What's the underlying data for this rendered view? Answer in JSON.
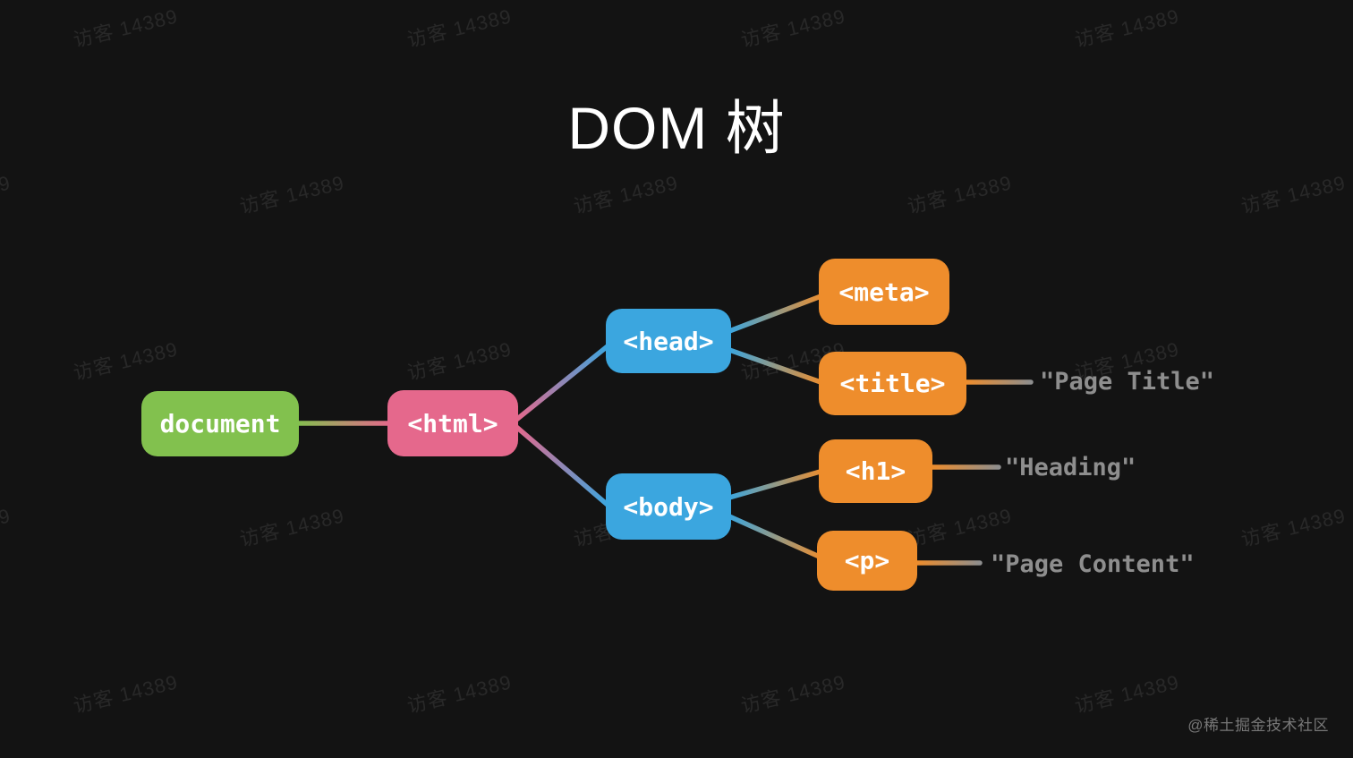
{
  "title": "DOM 树",
  "nodes": [
    {
      "id": "document",
      "label": "document",
      "color": "#82C14E"
    },
    {
      "id": "html",
      "label": "<html>",
      "color": "#E5688C"
    },
    {
      "id": "head",
      "label": "<head>",
      "color": "#3BA6DF"
    },
    {
      "id": "body",
      "label": "<body>",
      "color": "#3BA6DF"
    },
    {
      "id": "meta",
      "label": "<meta>",
      "color": "#EE8D2C"
    },
    {
      "id": "title",
      "label": "<title>",
      "color": "#EE8D2C"
    },
    {
      "id": "h1",
      "label": "<h1>",
      "color": "#EE8D2C"
    },
    {
      "id": "p",
      "label": "<p>",
      "color": "#EE8D2C"
    }
  ],
  "edges": [
    {
      "from": "document",
      "to": "html"
    },
    {
      "from": "html",
      "to": "head"
    },
    {
      "from": "html",
      "to": "body"
    },
    {
      "from": "head",
      "to": "meta"
    },
    {
      "from": "head",
      "to": "title"
    },
    {
      "from": "body",
      "to": "h1"
    },
    {
      "from": "body",
      "to": "p"
    },
    {
      "from": "title",
      "to": "text:Page Title"
    },
    {
      "from": "h1",
      "to": "text:Heading"
    },
    {
      "from": "p",
      "to": "text:Page Content"
    }
  ],
  "text_values": [
    {
      "attached_to": "title",
      "label": "\"Page Title\""
    },
    {
      "attached_to": "h1",
      "label": "\"Heading\""
    },
    {
      "attached_to": "p",
      "label": "\"Page Content\""
    }
  ],
  "watermark": {
    "text": "访客 14389"
  },
  "community_watermark": "@稀土掘金技术社区",
  "colors": {
    "background": "#131313",
    "title_text": "#ffffff",
    "node_text": "#ffffff",
    "node_document": "#82C14E",
    "node_html": "#E5688C",
    "node_head_body": "#3BA6DF",
    "node_leaf": "#EE8D2C",
    "value_text": "#8e8e8e",
    "credit_text": "#787878"
  }
}
